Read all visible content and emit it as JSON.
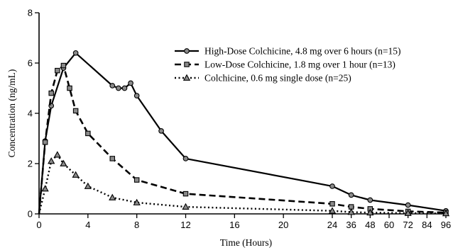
{
  "chart_data": {
    "type": "line",
    "title": "",
    "xlabel": "Time (Hours)",
    "ylabel": "Concentration (ng/mL)",
    "ylim": [
      0,
      8
    ],
    "grid": false,
    "legend_position": "top-right",
    "x_ticks": [
      "0",
      "4",
      "8",
      "12",
      "16",
      "20",
      "24",
      "36",
      "48",
      "60",
      "72",
      "84",
      "96"
    ],
    "y_ticks": [
      "0",
      "2",
      "4",
      "6",
      "8"
    ],
    "x_scale_note": "broken axis: 0-24 hours linear, 24-96 hours compressed",
    "series": [
      {
        "name": "High-Dose Colchicine, 4.8 mg over 6 hours (n=15)",
        "marker": "circle",
        "line": "solid",
        "color": "#000000",
        "x": [
          0,
          0.5,
          1,
          2,
          3,
          6,
          6.5,
          7,
          7.5,
          8,
          10,
          12,
          24,
          36,
          48,
          72,
          96
        ],
        "y": [
          0,
          2.9,
          4.3,
          5.8,
          6.4,
          5.1,
          5.0,
          5.0,
          5.2,
          4.7,
          3.3,
          2.2,
          1.1,
          0.75,
          0.55,
          0.35,
          0.12
        ]
      },
      {
        "name": "Low-Dose Colchicine, 1.8 mg over 1 hour (n=13)",
        "marker": "square",
        "line": "dashed",
        "color": "#000000",
        "x": [
          0,
          0.5,
          1,
          1.5,
          2,
          2.5,
          3,
          4,
          6,
          8,
          12,
          24,
          36,
          48,
          72,
          96
        ],
        "y": [
          0,
          2.85,
          4.8,
          5.7,
          5.9,
          5.0,
          4.1,
          3.2,
          2.2,
          1.35,
          0.8,
          0.4,
          0.28,
          0.2,
          0.1,
          0.05
        ]
      },
      {
        "name": "Colchicine, 0.6 mg single dose (n=25)",
        "marker": "triangle",
        "line": "dotted",
        "color": "#000000",
        "x": [
          0,
          0.5,
          1,
          1.5,
          2,
          3,
          4,
          6,
          8,
          12,
          24,
          36,
          48,
          72,
          96
        ],
        "y": [
          0,
          1.0,
          2.1,
          2.35,
          2.0,
          1.55,
          1.1,
          0.65,
          0.45,
          0.28,
          0.12,
          0.07,
          0.05,
          0.03,
          0.02
        ]
      }
    ]
  }
}
